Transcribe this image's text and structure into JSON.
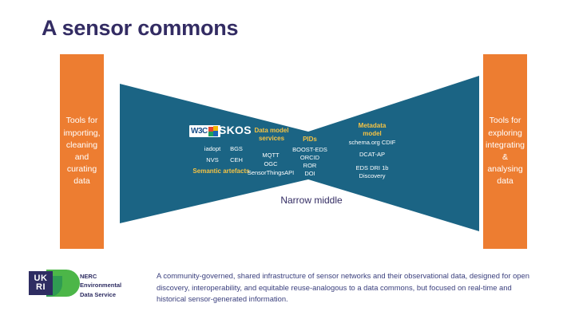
{
  "slide": {
    "title": "A sensor commons",
    "narrow_middle_label": "Narrow middle",
    "colors": {
      "title_purple": "#332c63",
      "orange": "#ED7D31",
      "teal": "#1b6484",
      "yellow": "#F5C344",
      "body_text": "#3a3f7d"
    }
  },
  "left_panel": {
    "text": "Tools for\nimporting,\ncleaning\nand\ncurating\ndata"
  },
  "right_panel": {
    "text": "Tools for\nexploring\nintegrating\n&\nanalysing\ndata"
  },
  "semantic_artefacts": {
    "w3c_logo_text": "W3C",
    "skos_label": "SKOS",
    "heading": "Semantic artefacts",
    "items": [
      "iadopt",
      "BGS",
      "NVS",
      "CEH"
    ]
  },
  "data_model_services": {
    "heading": "Data model\nservices",
    "items": [
      "MQTT",
      "OGC",
      "SensorThingsAPI"
    ]
  },
  "pids": {
    "heading": "PIDs",
    "items": [
      "BOOST-EDS",
      "ORCID",
      "ROR",
      "DOI"
    ]
  },
  "metadata_model": {
    "heading": "Metadata\nmodel",
    "items": [
      "schema.org CDIF",
      "DCAT-AP",
      "EDS DRI 1b",
      "Discovery"
    ]
  },
  "footer": {
    "logo_mark": "UKRI",
    "logo_line1": "UK",
    "logo_line2": "RI",
    "organisation": "NERC\nEnvironmental\nData Service",
    "blurb": "A community-governed, shared infrastructure of sensor networks and their observational data, designed for open discovery, interoperability, and equitable reuse-analogous to a data commons, but focused on real-time and historical sensor-generated information."
  }
}
